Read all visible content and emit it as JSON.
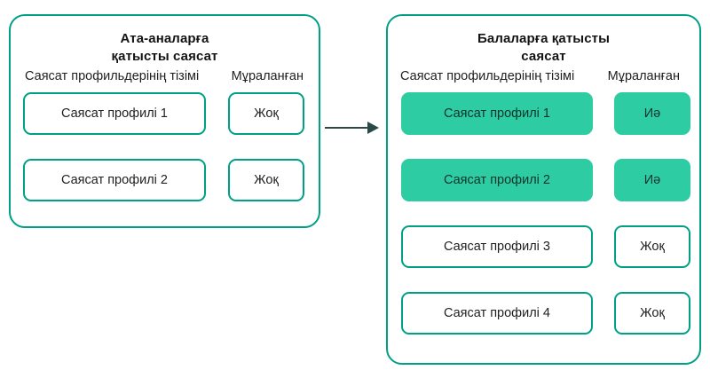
{
  "theme": {
    "accent_border": "#00a086",
    "accent_fill": "#2ecca3",
    "arrow_color": "#2a4a48",
    "text_color": "#1f1f1f",
    "background": "#ffffff"
  },
  "panels": [
    {
      "id": "parents",
      "title_lines": [
        "Ата-аналарға",
        "қатысты саясат"
      ],
      "captions": {
        "profiles": "Саясат профильдерінің тізімі",
        "inherited": "Мұраланған"
      },
      "rows": [
        {
          "profile": "Саясат профилі 1",
          "status": "Жоқ",
          "highlighted": false
        },
        {
          "profile": "Саясат профилі 2",
          "status": "Жоқ",
          "highlighted": false
        }
      ]
    },
    {
      "id": "children",
      "title_lines": [
        "Балаларға қатысты",
        "саясат"
      ],
      "captions": {
        "profiles": "Саясат профильдерінің тізімі",
        "inherited": "Мұраланған"
      },
      "rows": [
        {
          "profile": "Саясат профилі 1",
          "status": "Иә",
          "highlighted": true
        },
        {
          "profile": "Саясат профилі 2",
          "status": "Иә",
          "highlighted": true
        },
        {
          "profile": "Саясат профилі 3",
          "status": "Жоқ",
          "highlighted": false
        },
        {
          "profile": "Саясат профилі 4",
          "status": "Жоқ",
          "highlighted": false
        }
      ]
    }
  ],
  "arrow": {
    "icon": "arrow-right-icon",
    "direction": "left-to-right"
  }
}
